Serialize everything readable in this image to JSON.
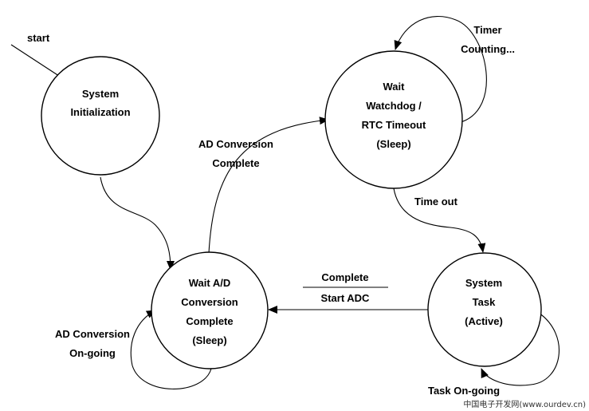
{
  "states": {
    "init": {
      "lines": [
        "System",
        "Initialization"
      ]
    },
    "wait_ad": {
      "lines": [
        "Wait A/D",
        "Conversion",
        "Complete",
        "(Sleep)"
      ]
    },
    "wait_wd": {
      "lines": [
        "Wait",
        "Watchdog /",
        "RTC Timeout",
        "(Sleep)"
      ]
    },
    "task": {
      "lines": [
        "System",
        "Task",
        "(Active)"
      ]
    }
  },
  "transitions": {
    "start": "start",
    "ad_complete": [
      "AD Conversion",
      "Complete"
    ],
    "timer": [
      "Timer",
      "Counting..."
    ],
    "timeout": "Time out",
    "complete_start": {
      "top": "Complete",
      "bottom": "Start ADC"
    },
    "ad_ongoing": [
      "AD Conversion",
      "On-going"
    ],
    "task_ongoing": "Task On-going"
  },
  "watermark": "中国电子开发网(www.ourdev.cn)"
}
